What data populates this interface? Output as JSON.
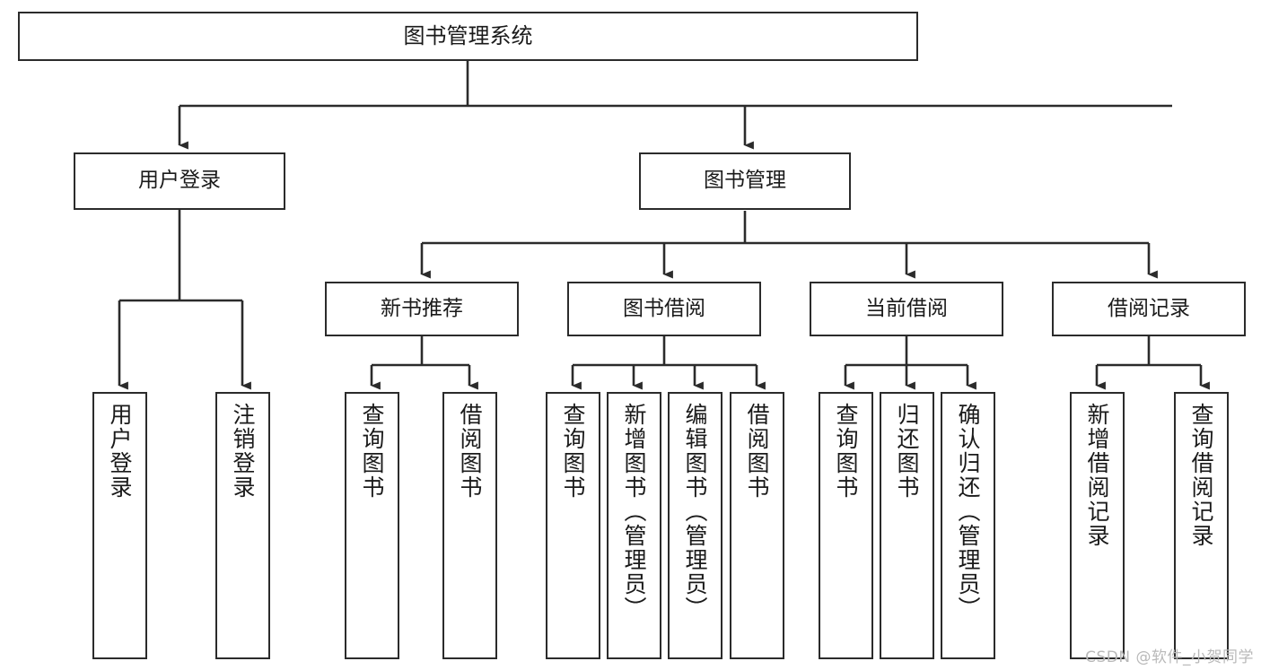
{
  "diagram": {
    "title": "图书管理系统",
    "type": "tree-structure-chart",
    "watermark": "CSDN @软件_小贺同学"
  },
  "nodes": {
    "root": {
      "label": "图书管理系统"
    },
    "level2": [
      {
        "id": "user-login",
        "label": "用户登录"
      },
      {
        "id": "book-manage",
        "label": "图书管理"
      }
    ],
    "level3": [
      {
        "id": "new-book-rec",
        "label": "新书推荐"
      },
      {
        "id": "book-borrow",
        "label": "图书借阅"
      },
      {
        "id": "current-borrow",
        "label": "当前借阅"
      },
      {
        "id": "borrow-record",
        "label": "借阅记录"
      }
    ],
    "leaves": {
      "user_login": [
        {
          "id": "leaf-user-login",
          "label": "用户登录"
        },
        {
          "id": "leaf-logout",
          "label": "注销登录"
        }
      ],
      "new_book_rec": [
        {
          "id": "leaf-query-book-1",
          "label": "查询图书"
        },
        {
          "id": "leaf-borrow-book-1",
          "label": "借阅图书"
        }
      ],
      "book_borrow": [
        {
          "id": "leaf-query-book-2",
          "label": "查询图书"
        },
        {
          "id": "leaf-add-book",
          "label": "新增图书（管理员）"
        },
        {
          "id": "leaf-edit-book",
          "label": "编辑图书（管理员）"
        },
        {
          "id": "leaf-borrow-book-2",
          "label": "借阅图书"
        }
      ],
      "current_borrow": [
        {
          "id": "leaf-query-book-3",
          "label": "查询图书"
        },
        {
          "id": "leaf-return-book",
          "label": "归还图书"
        },
        {
          "id": "leaf-confirm-return",
          "label": "确认归还（管理员）"
        }
      ],
      "borrow_record": [
        {
          "id": "leaf-add-record",
          "label": "新增借阅记录"
        },
        {
          "id": "leaf-query-record",
          "label": "查询借阅记录"
        }
      ]
    }
  },
  "colors": {
    "stroke": "#2b2b2b",
    "fill": "#ffffff",
    "text": "#1a1a1a",
    "watermark": "#b9b9b9"
  }
}
